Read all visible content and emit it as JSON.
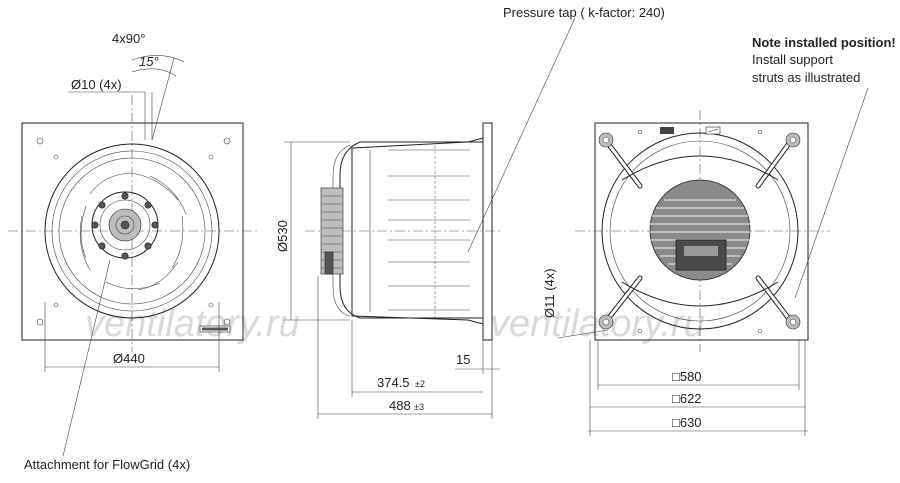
{
  "watermark": "ventilatory.ru",
  "front_view": {
    "angle_spacing": "4x90°",
    "angle_offset": "15°",
    "hole_dim": "Ø10 (4x)",
    "inlet_dim": "Ø440",
    "attachment_note": "Attachment for FlowGrid (4x)"
  },
  "side_view": {
    "pressure_tap": "Pressure tap ( k-factor: 240)",
    "diameter": "Ø530",
    "flange_thk": "15",
    "depth_1": "374.5",
    "depth_1_tol": "±2",
    "depth_2": "488",
    "depth_2_tol": "±3"
  },
  "rear_view": {
    "note_title": "Note installed position!",
    "note_line_1": "Install support",
    "note_line_2": "struts as illustrated",
    "hole_dim": "Ø11 (4x)",
    "size_1": "□580",
    "size_2": "□622",
    "size_3": "□630"
  }
}
